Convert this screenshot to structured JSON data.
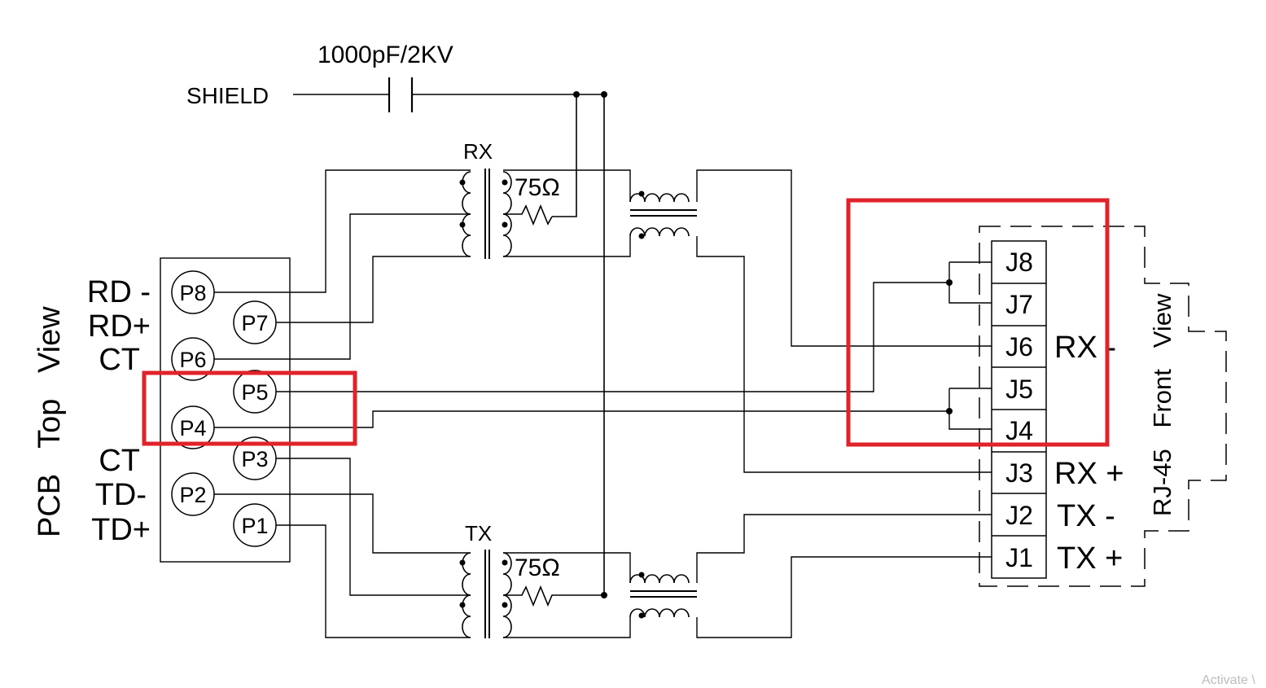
{
  "capacitor": {
    "label": "1000pF/2KV",
    "net": "SHIELD"
  },
  "rx_section": {
    "title": "RX",
    "resistor": "75Ω"
  },
  "tx_section": {
    "title": "TX",
    "resistor": "75Ω"
  },
  "pcb": {
    "side_label": "PCB   Top   View",
    "signals": [
      "RD -",
      "RD+",
      "CT",
      "CT",
      "TD-",
      "TD+"
    ],
    "pins": [
      "P8",
      "P7",
      "P6",
      "P5",
      "P4",
      "P3",
      "P2",
      "P1"
    ]
  },
  "rj45": {
    "side_label": "RJ-45   Front   View",
    "pins": [
      "J8",
      "J7",
      "J6",
      "J5",
      "J4",
      "J3",
      "J2",
      "J1"
    ],
    "signals": [
      "RX -",
      "RX +",
      "TX -",
      "TX +"
    ]
  },
  "watermark": "Activate \\",
  "colors": {
    "wire": "#000000",
    "highlight": "#e0222b"
  }
}
